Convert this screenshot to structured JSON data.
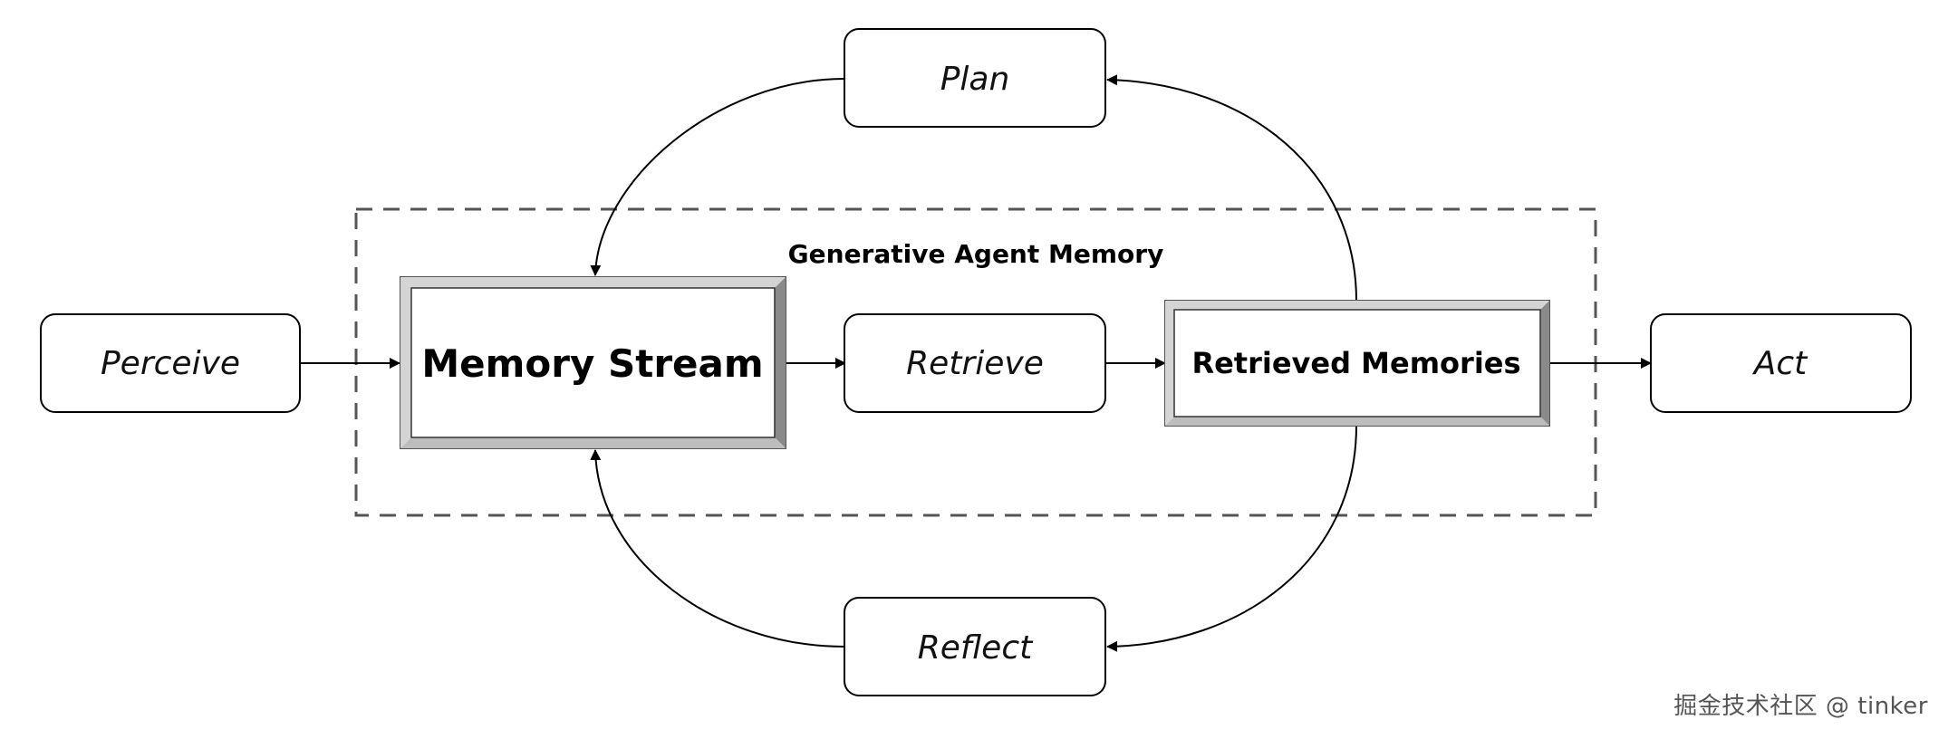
{
  "group": {
    "title": "Generative Agent Memory"
  },
  "nodes": {
    "perceive": "Perceive",
    "plan": "Plan",
    "retrieve": "Retrieve",
    "reflect": "Reflect",
    "act": "Act"
  },
  "stores": {
    "memory_stream": "Memory Stream",
    "retrieved_memories": "Retrieved Memories"
  },
  "edges": [
    {
      "from": "perceive",
      "to": "memory_stream"
    },
    {
      "from": "memory_stream",
      "to": "retrieve"
    },
    {
      "from": "retrieve",
      "to": "retrieved_memories"
    },
    {
      "from": "retrieved_memories",
      "to": "act"
    },
    {
      "from": "retrieved_memories",
      "to": "plan"
    },
    {
      "from": "plan",
      "to": "memory_stream"
    },
    {
      "from": "retrieved_memories",
      "to": "reflect"
    },
    {
      "from": "reflect",
      "to": "memory_stream"
    }
  ],
  "watermark": "掘金技术社区 @ tinker",
  "colors": {
    "frame": "#555555",
    "bevel_light": "#d4d4d4",
    "bevel_dark": "#8a8a8a"
  }
}
